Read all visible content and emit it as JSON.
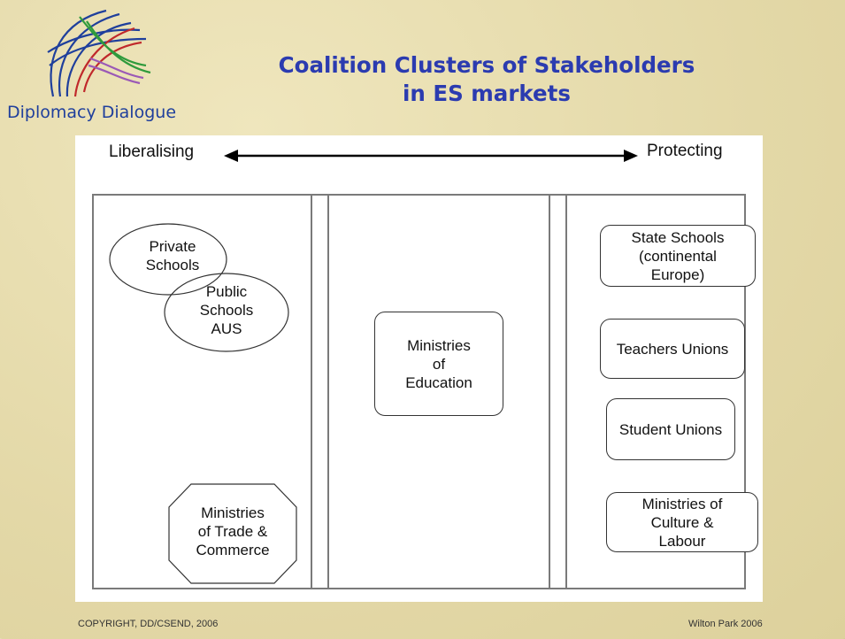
{
  "logo": {
    "text": "Diplomacy Dialogue",
    "icon": "globe-arcs-logo"
  },
  "title": {
    "line1": "Coalition Clusters of Stakeholders",
    "line2": "in ES markets"
  },
  "axis": {
    "left_label": "Liberalising",
    "right_label": "Protecting"
  },
  "clusters": {
    "liberalising": {
      "private_schools": [
        "Private",
        "Schools"
      ],
      "public_schools": [
        "Public",
        "Schools",
        "AUS"
      ],
      "trade": [
        "Ministries",
        "of Trade &",
        "Commerce"
      ]
    },
    "middle": {
      "education": [
        "Ministries",
        "of",
        "Education"
      ]
    },
    "protecting": {
      "state_schools": [
        "State Schools",
        "(continental",
        "Europe)"
      ],
      "teachers": "Teachers Unions",
      "students": "Student Unions",
      "culture": [
        "Ministries of",
        "Culture &",
        "Labour"
      ]
    }
  },
  "footer": {
    "left": "COPYRIGHT, DD/CSEND, 2006",
    "right": "Wilton Park 2006"
  },
  "colors": {
    "title": "#2b3bb0",
    "logo_text": "#1f3f9c",
    "background": "#e6dcae"
  }
}
